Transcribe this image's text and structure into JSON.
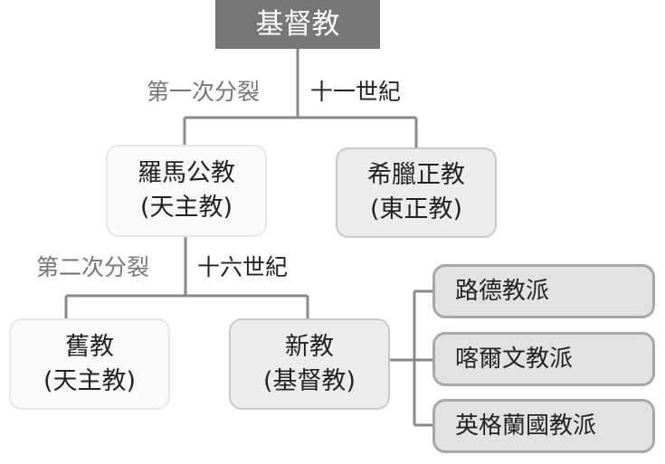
{
  "root": {
    "label": "基督教"
  },
  "split1": {
    "name": "第一次分裂",
    "century": "十一世紀"
  },
  "roman": {
    "line1": "羅馬公教",
    "line2": "(天主教)"
  },
  "greek": {
    "line1": "希臘正教",
    "line2": "(東正教)"
  },
  "split2": {
    "name": "第二次分裂",
    "century": "十六世紀"
  },
  "old": {
    "line1": "舊教",
    "line2": "(天主教)"
  },
  "new": {
    "line1": "新教",
    "line2": "(基督教)"
  },
  "denominations": [
    "路德教派",
    "喀爾文教派",
    "英格蘭國教派"
  ],
  "colors": {
    "root_fill": "#777777",
    "line": "#888888"
  }
}
